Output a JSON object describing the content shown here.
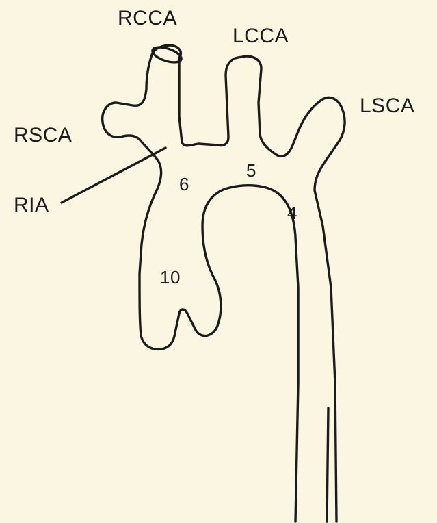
{
  "colors": {
    "background": "#fbf6e1",
    "ink": "#1b1b1b"
  },
  "labels": {
    "rcca": "RCCA",
    "lcca": "LCCA",
    "lsca": "LSCA",
    "rsca": "RSCA",
    "ria": "RIA"
  },
  "segments": {
    "s6": "6",
    "s5": "5",
    "s4": "4",
    "s10": "10"
  }
}
